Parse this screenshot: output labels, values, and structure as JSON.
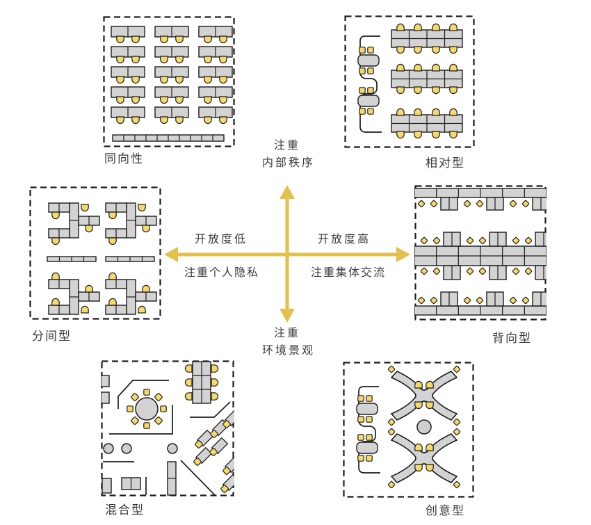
{
  "diagram": {
    "background": "#ffffff",
    "colors": {
      "desk": "#d3d3d3",
      "chair": "#f5d96a",
      "outline": "#1c1c1c",
      "arrow": "#e3c04c",
      "circle": "#cfcfcf",
      "text": "#3a3a3a"
    },
    "axis": {
      "top": {
        "line1": "注重",
        "line2": "内部秩序"
      },
      "bottom": {
        "line1": "注重",
        "line2": "环境景观"
      },
      "left": {
        "line1": "开放度低",
        "line2": "注重个人隐私"
      },
      "right": {
        "line1": "开放度高",
        "line2": "注重集体交流"
      }
    },
    "layouts": [
      {
        "key": "tongxiangxing",
        "label": "同向性",
        "position": "top-left"
      },
      {
        "key": "xiangduixing",
        "label": "相对型",
        "position": "top-right"
      },
      {
        "key": "fenjianxing",
        "label": "分间型",
        "position": "middle-left"
      },
      {
        "key": "beixiangxing",
        "label": "背向型",
        "position": "middle-right"
      },
      {
        "key": "hunhexing",
        "label": "混合型",
        "position": "bottom-left"
      },
      {
        "key": "chuangyixing",
        "label": "创意型",
        "position": "bottom-right"
      }
    ]
  }
}
